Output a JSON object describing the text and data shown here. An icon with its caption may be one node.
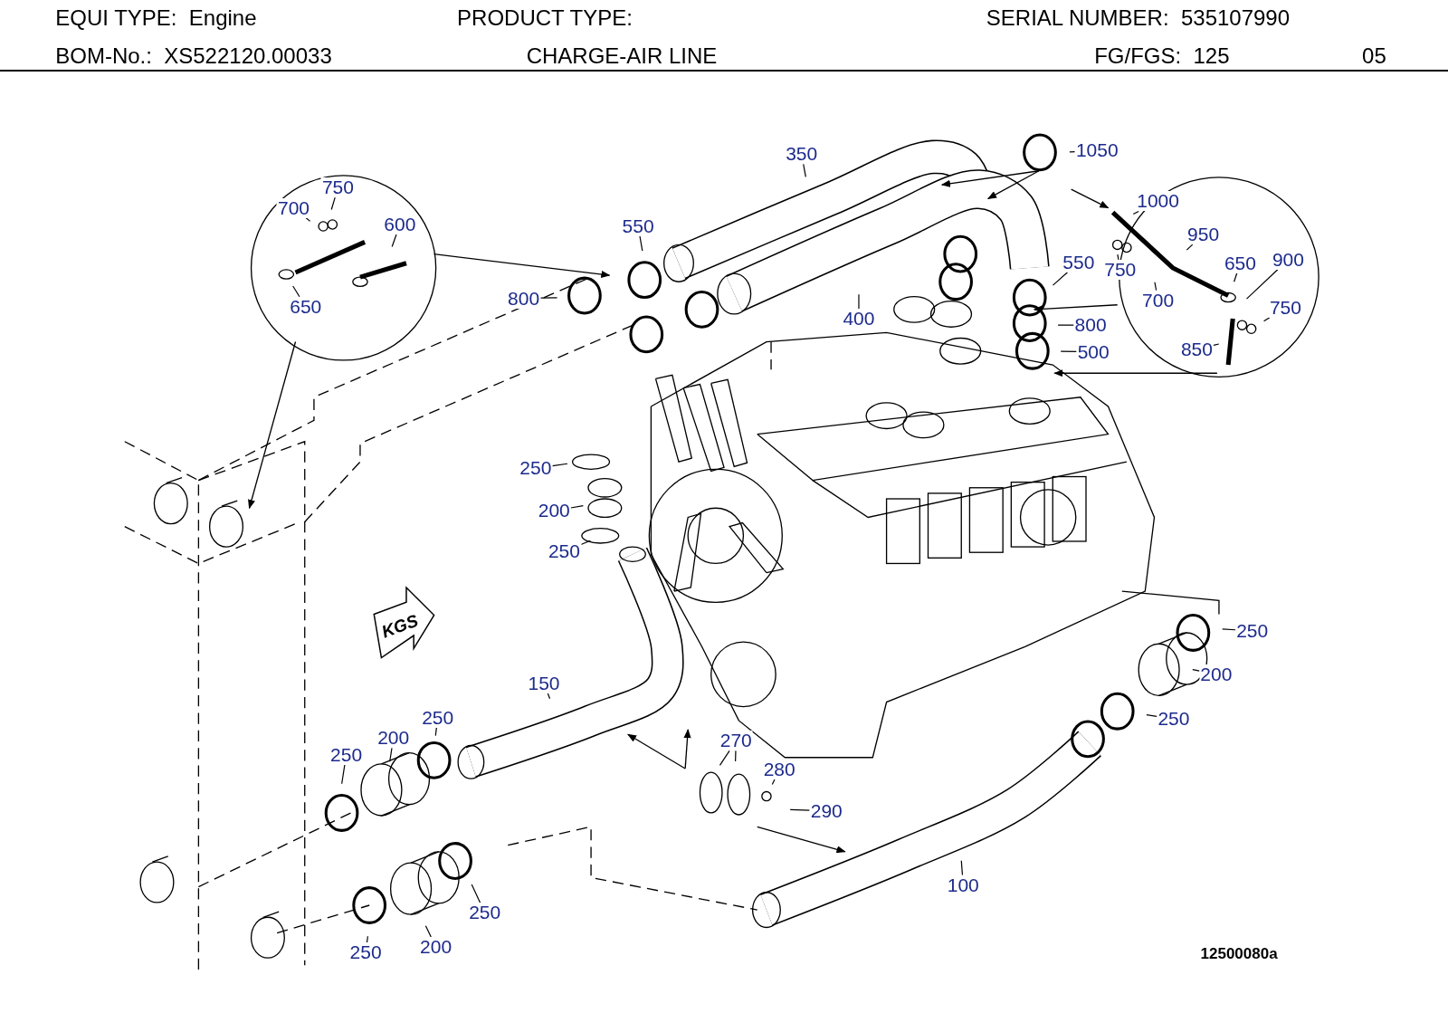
{
  "diagram": {
    "nodes": [
      {
        "text": [
          "350"
        ]
      },
      {
        "text": [
          "1050"
        ]
      },
      {
        "text": [
          "750"
        ]
      },
      {
        "text": [
          "700"
        ]
      },
      {
        "text": [
          "600"
        ]
      },
      {
        "text": [
          "650"
        ]
      },
      {
        "text": [
          "550"
        ]
      },
      {
        "text": [
          "800"
        ]
      },
      {
        "text": [
          "1000"
        ]
      },
      {
        "text": [
          "950"
        ]
      },
      {
        "text": [
          "550"
        ]
      },
      {
        "text": [
          "750"
        ]
      },
      {
        "text": [
          "650"
        ]
      },
      {
        "text": [
          "900"
        ]
      },
      {
        "text": [
          "700"
        ]
      },
      {
        "text": [
          "800"
        ]
      },
      {
        "text": [
          "750"
        ]
      },
      {
        "text": [
          "400"
        ]
      },
      {
        "text": [
          "500"
        ]
      },
      {
        "text": [
          "850"
        ]
      },
      {
        "text": [
          "250"
        ]
      },
      {
        "text": [
          "200"
        ]
      },
      {
        "text": [
          "250"
        ]
      },
      {
        "text": [
          "250"
        ]
      },
      {
        "text": [
          "200"
        ]
      },
      {
        "text": [
          "250"
        ]
      },
      {
        "text": [
          "150"
        ]
      },
      {
        "text": [
          "270"
        ]
      },
      {
        "text": [
          "280"
        ]
      },
      {
        "text": [
          "290"
        ]
      },
      {
        "text": [
          "250"
        ]
      },
      {
        "text": [
          "200"
        ]
      },
      {
        "text": [
          "250"
        ]
      },
      {
        "text": [
          "100"
        ]
      },
      {
        "text": [
          "250"
        ]
      },
      {
        "text": [
          "250"
        ]
      },
      {
        "text": [
          "200"
        ]
      }
    ],
    "edges": [
      {
        "from": 0,
        "to": null,
        "arrow": "none"
      },
      {
        "from": 1,
        "to": null,
        "arrow": "none"
      },
      {
        "from": 2,
        "to": null,
        "arrow": "none"
      },
      {
        "from": 3,
        "to": null,
        "arrow": "none"
      },
      {
        "from": 4,
        "to": null,
        "arrow": "none"
      },
      {
        "from": 5,
        "to": null,
        "arrow": "none"
      },
      {
        "from": 6,
        "to": null,
        "arrow": "none"
      },
      {
        "from": 7,
        "to": null,
        "arrow": "none"
      },
      {
        "from": 8,
        "to": null,
        "arrow": "none"
      },
      {
        "from": 9,
        "to": null,
        "arrow": "none"
      },
      {
        "from": 10,
        "to": null,
        "arrow": "none"
      },
      {
        "from": 11,
        "to": null,
        "arrow": "none"
      },
      {
        "from": 12,
        "to": null,
        "arrow": "none"
      },
      {
        "from": 13,
        "to": null,
        "arrow": "none"
      },
      {
        "from": 14,
        "to": null,
        "arrow": "none"
      },
      {
        "from": 15,
        "to": null,
        "arrow": "none"
      },
      {
        "from": 16,
        "to": null,
        "arrow": "none"
      },
      {
        "from": 17,
        "to": null,
        "arrow": "none"
      },
      {
        "from": 18,
        "to": null,
        "arrow": "none"
      },
      {
        "from": 19,
        "to": null,
        "arrow": "none"
      },
      {
        "from": 20,
        "to": null,
        "arrow": "none"
      },
      {
        "from": 21,
        "to": null,
        "arrow": "none"
      },
      {
        "from": 22,
        "to": null,
        "arrow": "none"
      },
      {
        "from": 23,
        "to": null,
        "arrow": "none"
      },
      {
        "from": 24,
        "to": null,
        "arrow": "none"
      },
      {
        "from": 25,
        "to": null,
        "arrow": "none"
      },
      {
        "from": 26,
        "to": null,
        "arrow": "none"
      },
      {
        "from": 27,
        "to": null,
        "arrow": "none"
      },
      {
        "from": 27,
        "to": null,
        "arrow": "none"
      },
      {
        "from": 28,
        "to": null,
        "arrow": "none"
      },
      {
        "from": 29,
        "to": null,
        "arrow": "none"
      },
      {
        "from": 30,
        "to": null,
        "arrow": "none"
      },
      {
        "from": 31,
        "to": null,
        "arrow": "none"
      },
      {
        "from": 32,
        "to": null,
        "arrow": "none"
      },
      {
        "from": 33,
        "to": null,
        "arrow": "none"
      },
      {
        "from": 34,
        "to": null,
        "arrow": "none"
      },
      {
        "from": 35,
        "to": null,
        "arrow": "none"
      },
      {
        "from": 36,
        "to": null,
        "arrow": "none"
      }
    ],
    "labels": [
      "EQUI TYPE:  Engine",
      "PRODUCT TYPE:",
      "SERIAL NUMBER:  535107990",
      "BOM-No.:  XS522120.00033",
      "CHARGE-AIR LINE",
      "FG/FGS:  125",
      "05",
      "KGS",
      "12500080a"
    ]
  }
}
